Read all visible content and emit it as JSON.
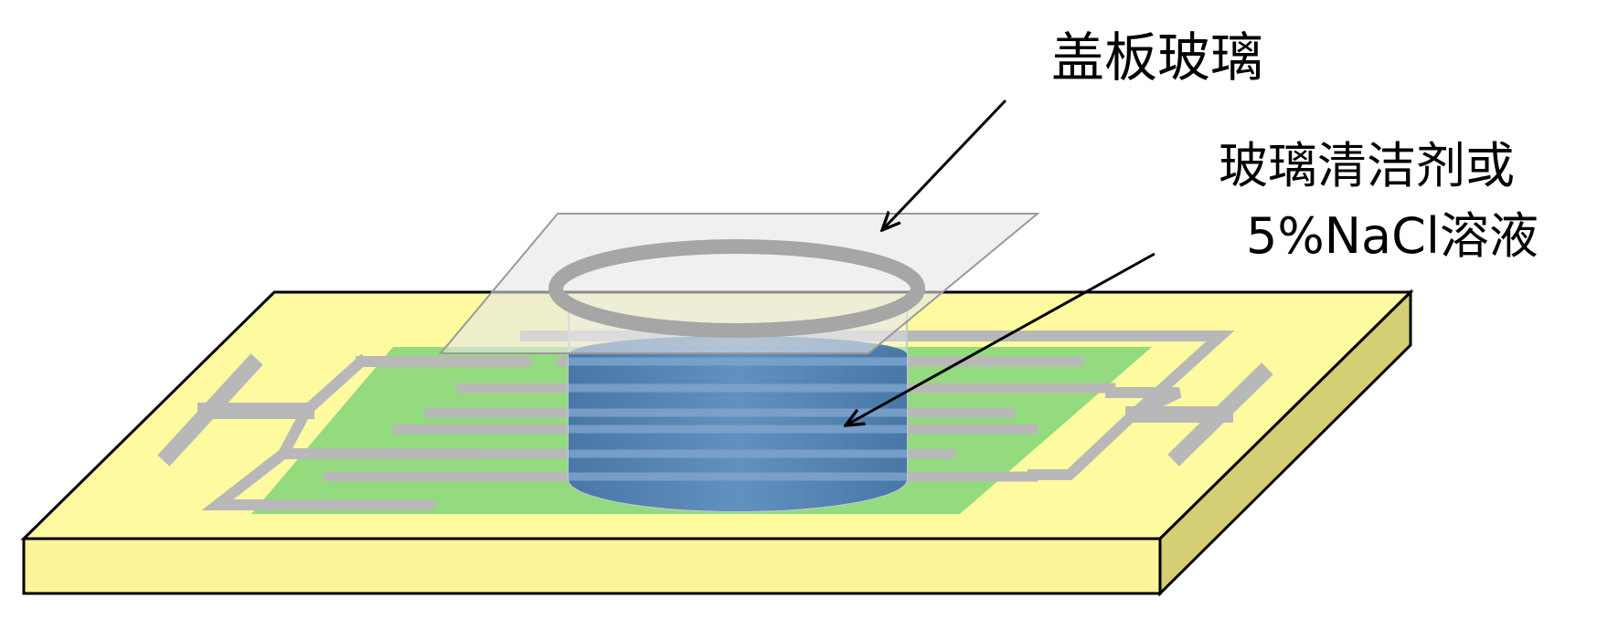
{
  "labels": {
    "cover_glass": "盖板玻璃",
    "solution_line1": "玻璃清洁剂或",
    "solution_line2": "5%NaCl溶液"
  },
  "colors": {
    "substrate_top": "#fdfaa0",
    "substrate_front": "#fcf59a",
    "substrate_side": "#d4ce74",
    "sensor_film": "#8ed87c",
    "electrode": "#b8b8b8",
    "liquid": "#4f7fb4",
    "ring": "#a6a6a6",
    "cover_glass": "#e6e6e6",
    "outline": "#000000"
  }
}
